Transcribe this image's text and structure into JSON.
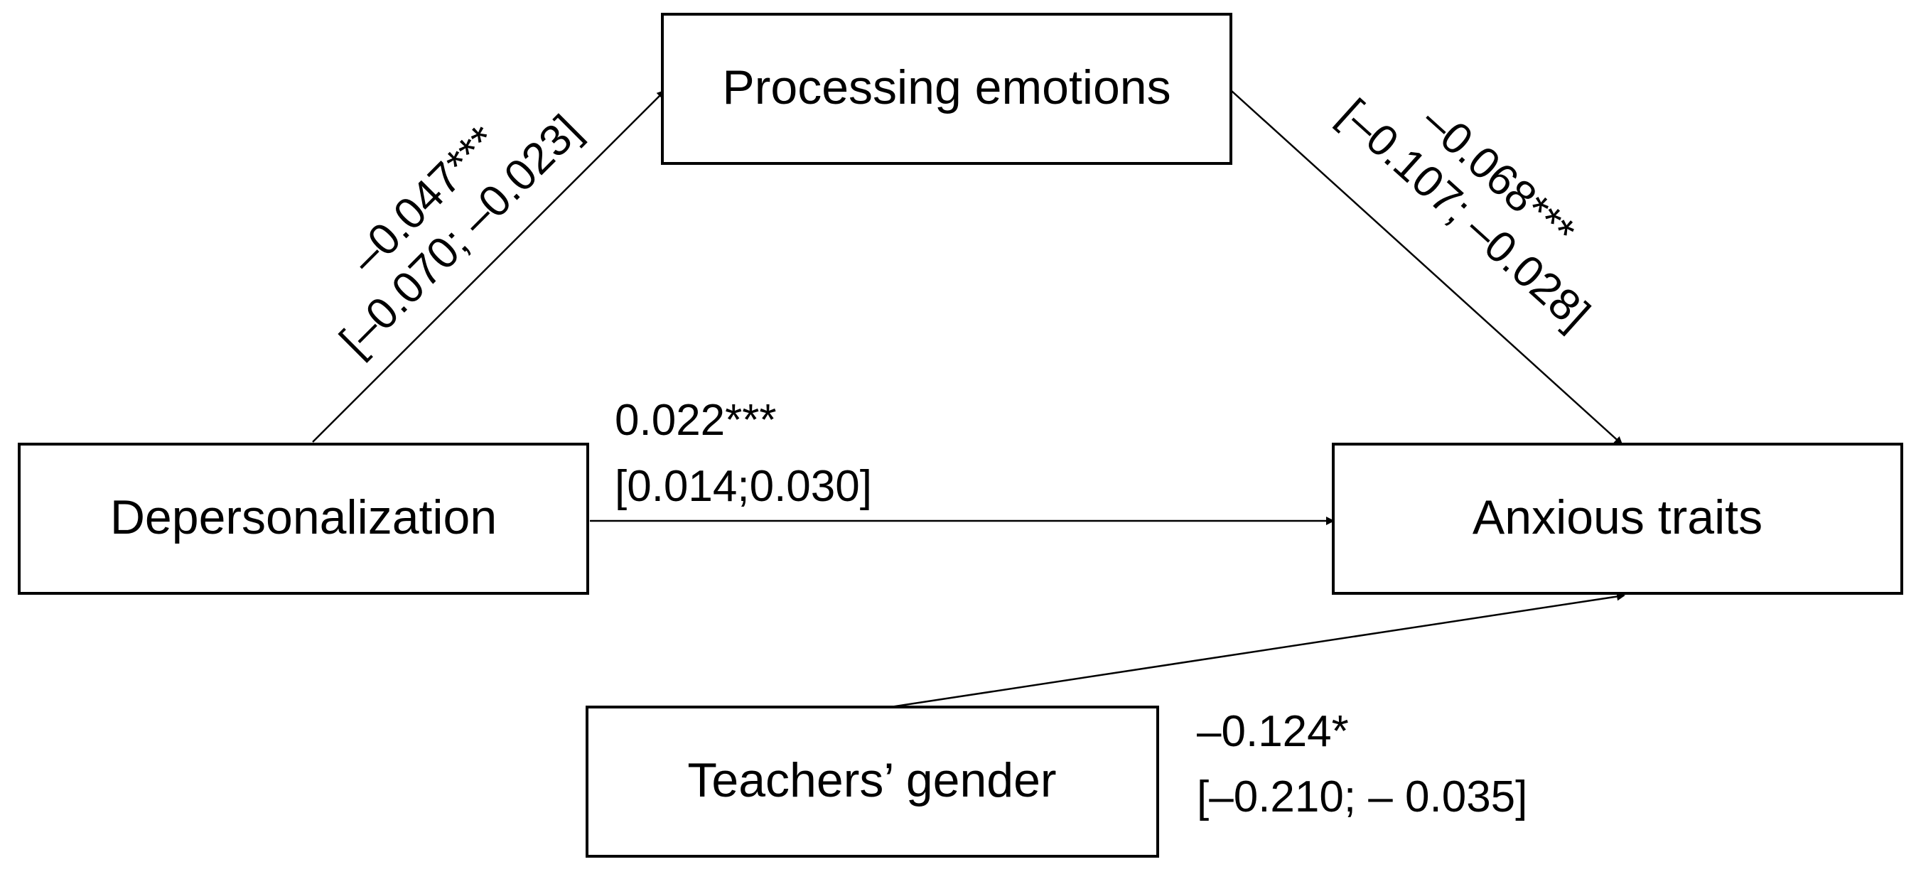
{
  "nodes": {
    "processing_emotions": "Processing emotions",
    "depersonalization": "Depersonalization",
    "anxious_traits": "Anxious traits",
    "teachers_gender": "Teachers’ gender"
  },
  "paths": {
    "depersonalization_to_processing": {
      "coef": "–0.047***",
      "ci": "[–0.070; –0.023]"
    },
    "processing_to_anxious": {
      "coef": "–0.068***",
      "ci": "[–0.107; –0.028]"
    },
    "depersonalization_to_anxious": {
      "coef": "0.022***",
      "ci": "[0.014;0.030]"
    },
    "gender_to_anxious": {
      "coef": "–0.124*",
      "ci": "[–0.210; – 0.035]"
    }
  }
}
